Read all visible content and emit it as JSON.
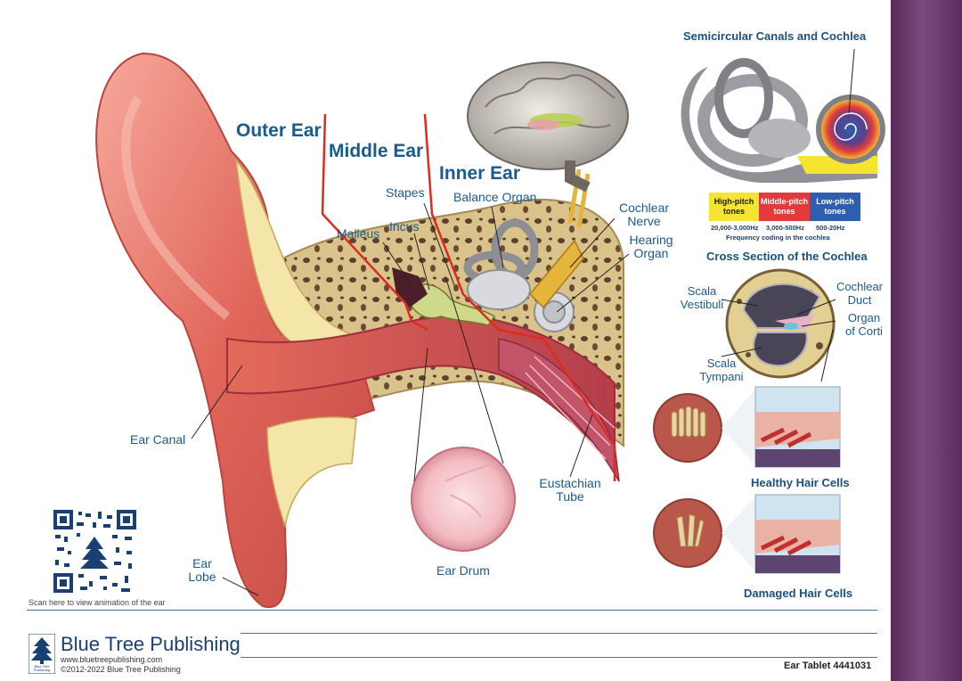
{
  "titles": {
    "outer_ear": "Outer Ear",
    "middle_ear": "Middle Ear",
    "inner_ear": "Inner Ear"
  },
  "labels": {
    "stapes": "Stapes",
    "balance_organ": "Balance Organ",
    "incus": "Incus",
    "malleus": "Malleus",
    "cochlear_nerve": "Cochlear\nNerve",
    "hearing_organ": "Hearing\nOrgan",
    "ear_canal": "Ear Canal",
    "eustachian_tube": "Eustachian\nTube",
    "ear_lobe": "Ear\nLobe",
    "ear_drum": "Ear Drum"
  },
  "right_panel": {
    "canals_title": "Semicircular Canals and Cochlea",
    "tones": [
      {
        "label": "High-pitch\ntones",
        "color": "#f5e431",
        "text_color": "#1a1a1a",
        "freq": "20,000-3,000Hz"
      },
      {
        "label": "Middle-pitch\ntones",
        "color": "#e23b3b",
        "text_color": "#ffffff",
        "freq": "3,000-500Hz"
      },
      {
        "label": "Low-pitch\ntones",
        "color": "#2e5fae",
        "text_color": "#ffffff",
        "freq": "500-20Hz"
      }
    ],
    "freq_caption": "Frequency coding in the cochlea",
    "cross_title": "Cross Section of the Cochlea",
    "scala_vestibuli": "Scala\nVestibuli",
    "cochlear_duct": "Cochlear\nDuct",
    "organ_of_corti": "Organ\nof Corti",
    "scala_tympani": "Scala\nTympani",
    "healthy": "Healthy Hair Cells",
    "damaged": "Damaged Hair Cells"
  },
  "qr": {
    "caption": "Scan here to view animation of the ear"
  },
  "footer": {
    "brand": "Blue Tree Publishing",
    "url": "www.bluetreepublishing.com",
    "copyright": "©2012-2022 Blue Tree Publishing",
    "logo_text": "Blue Tree\nPublishing",
    "tablet": "Ear Tablet 4441031"
  },
  "colors": {
    "title_blue": "#1a5a8c",
    "red_line": "#e02a1e",
    "purple": "#6a3a6c"
  }
}
